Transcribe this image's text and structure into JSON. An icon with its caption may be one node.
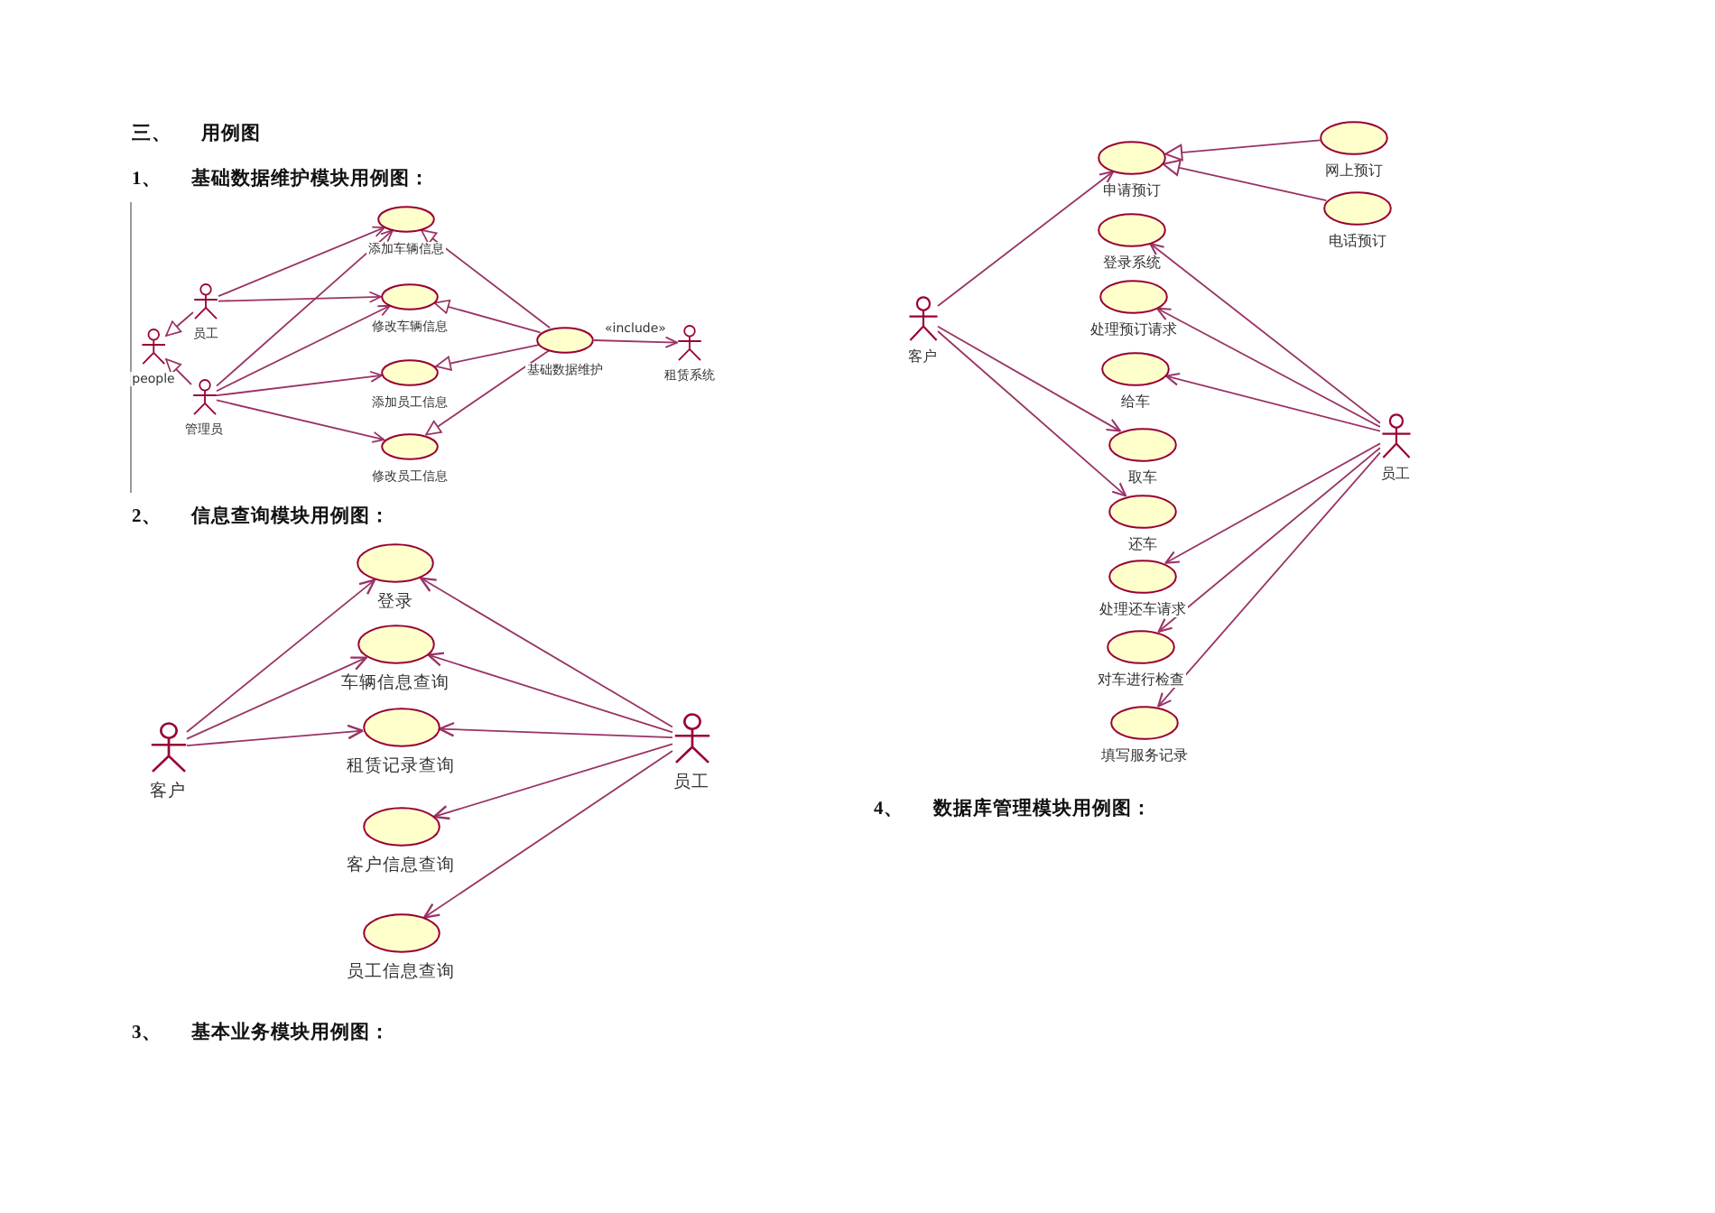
{
  "diagram": {
    "title": "三、 用例图",
    "nodes": [
      {
        "text": [
          "员工"
        ]
      },
      {
        "text": [
          "people"
        ]
      },
      {
        "text": [
          "管理员"
        ]
      },
      {
        "text": [
          "添加车辆信息"
        ]
      },
      {
        "text": [
          "修改车辆信息"
        ]
      },
      {
        "text": [
          "添加员工信息"
        ]
      },
      {
        "text": [
          "修改员工信息"
        ]
      },
      {
        "text": [
          "基础数据维护"
        ]
      },
      {
        "text": [
          "租赁系统"
        ]
      },
      {
        "text": [
          "客户"
        ]
      },
      {
        "text": [
          "登录"
        ]
      },
      {
        "text": [
          "车辆信息查询"
        ]
      },
      {
        "text": [
          "租赁记录查询"
        ]
      },
      {
        "text": [
          "客户信息查询"
        ]
      },
      {
        "text": [
          "员工信息查询"
        ]
      },
      {
        "text": [
          "员工"
        ]
      },
      {
        "text": [
          "客户"
        ]
      },
      {
        "text": [
          "申请预订"
        ]
      },
      {
        "text": [
          "网上预订"
        ]
      },
      {
        "text": [
          "电话预订"
        ]
      },
      {
        "text": [
          "登录系统"
        ]
      },
      {
        "text": [
          "处理预订请求"
        ]
      },
      {
        "text": [
          "给车"
        ]
      },
      {
        "text": [
          "取车"
        ]
      },
      {
        "text": [
          "还车"
        ]
      },
      {
        "text": [
          "处理还车请求"
        ]
      },
      {
        "text": [
          "对车进行检查"
        ]
      },
      {
        "text": [
          "填写服务记录"
        ]
      },
      {
        "text": [
          "员工"
        ]
      }
    ],
    "edges": [
      {
        "from": 0,
        "to": 1,
        "arrow": "to"
      },
      {
        "from": 2,
        "to": 1,
        "arrow": "to"
      },
      {
        "from": 0,
        "to": 3,
        "arrow": "to"
      },
      {
        "from": 0,
        "to": 4,
        "arrow": "to"
      },
      {
        "from": 2,
        "to": 3,
        "arrow": "to"
      },
      {
        "from": 2,
        "to": 4,
        "arrow": "to"
      },
      {
        "from": 2,
        "to": 5,
        "arrow": "to"
      },
      {
        "from": 2,
        "to": 6,
        "arrow": "to"
      },
      {
        "from": 7,
        "to": 3,
        "arrow": "to"
      },
      {
        "from": 7,
        "to": 4,
        "arrow": "to"
      },
      {
        "from": 7,
        "to": 5,
        "arrow": "to"
      },
      {
        "from": 7,
        "to": 6,
        "arrow": "to"
      },
      {
        "from": 7,
        "to": 8,
        "arrow": "to",
        "label": "«include»"
      },
      {
        "from": 9,
        "to": 10,
        "arrow": "to"
      },
      {
        "from": 9,
        "to": 11,
        "arrow": "to"
      },
      {
        "from": 9,
        "to": 12,
        "arrow": "to"
      },
      {
        "from": 15,
        "to": 10,
        "arrow": "to"
      },
      {
        "from": 15,
        "to": 11,
        "arrow": "to"
      },
      {
        "from": 15,
        "to": 12,
        "arrow": "to"
      },
      {
        "from": 15,
        "to": 13,
        "arrow": "to"
      },
      {
        "from": 15,
        "to": 14,
        "arrow": "to"
      },
      {
        "from": 16,
        "to": 17,
        "arrow": "to"
      },
      {
        "from": 16,
        "to": 23,
        "arrow": "to"
      },
      {
        "from": 16,
        "to": 24,
        "arrow": "to"
      },
      {
        "from": 18,
        "to": 17,
        "arrow": "to"
      },
      {
        "from": 19,
        "to": 17,
        "arrow": "to"
      },
      {
        "from": 28,
        "to": 20,
        "arrow": "to"
      },
      {
        "from": 28,
        "to": 21,
        "arrow": "to"
      },
      {
        "from": 28,
        "to": 22,
        "arrow": "to"
      },
      {
        "from": 28,
        "to": 25,
        "arrow": "to"
      },
      {
        "from": 28,
        "to": 26,
        "arrow": "to"
      },
      {
        "from": 28,
        "to": 27,
        "arrow": "to"
      }
    ],
    "labels": [
      "1、 基础数据维护模块用例图：",
      "2、 信息查询模块用例图：",
      "3、 基本业务模块用例图：",
      "4、 数据库管理模块用例图："
    ]
  }
}
